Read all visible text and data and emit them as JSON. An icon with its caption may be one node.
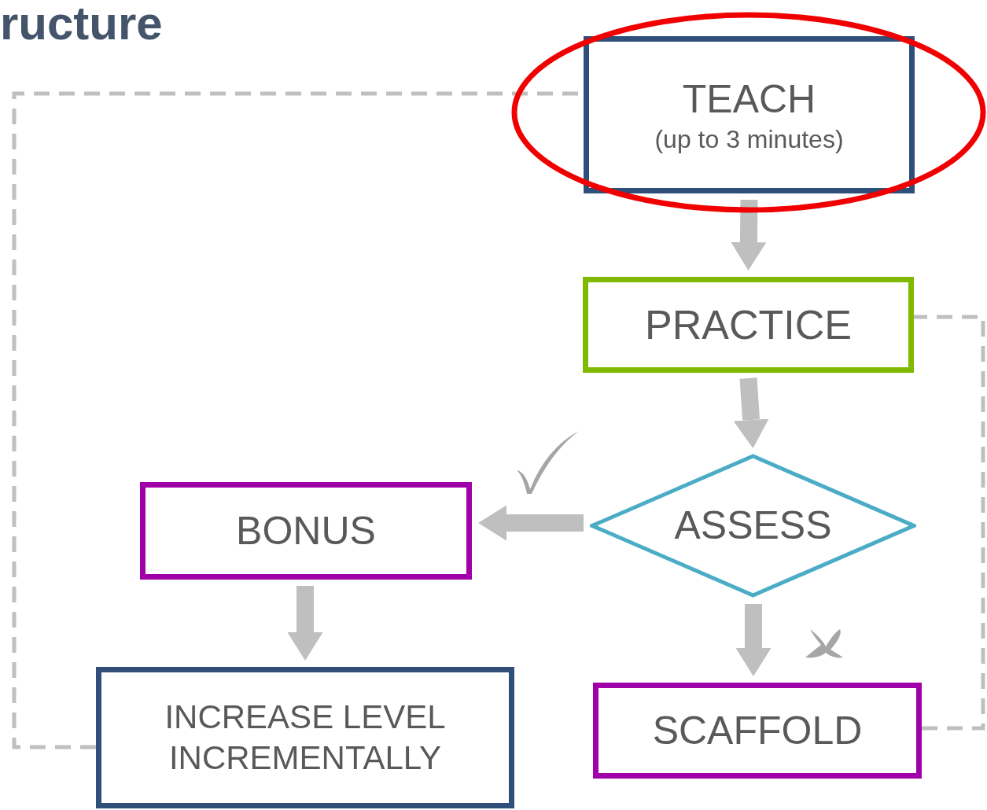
{
  "diagram": {
    "title": "ructure",
    "nodes": [
      {
        "text": [
          "TEACH",
          "(up to 3 minutes)"
        ]
      },
      {
        "text": [
          "PRACTICE"
        ]
      },
      {
        "text": [
          "ASSESS"
        ]
      },
      {
        "text": [
          "BONUS"
        ]
      },
      {
        "text": [
          "INCREASE LEVEL INCREMENTALLY"
        ]
      },
      {
        "text": [
          "SCAFFOLD"
        ]
      }
    ],
    "edges": [
      {
        "from": 0,
        "to": 1,
        "arrow": "to"
      },
      {
        "from": 1,
        "to": 2,
        "arrow": "to"
      },
      {
        "from": 2,
        "to": 3,
        "arrow": "to"
      },
      {
        "from": 2,
        "to": 5,
        "arrow": "to"
      },
      {
        "from": 3,
        "to": 4,
        "arrow": "to"
      },
      {
        "from": 4,
        "to": 0,
        "arrow": "none",
        "style": "dashed"
      },
      {
        "from": 5,
        "to": 1,
        "arrow": "none",
        "style": "dashed"
      }
    ]
  }
}
